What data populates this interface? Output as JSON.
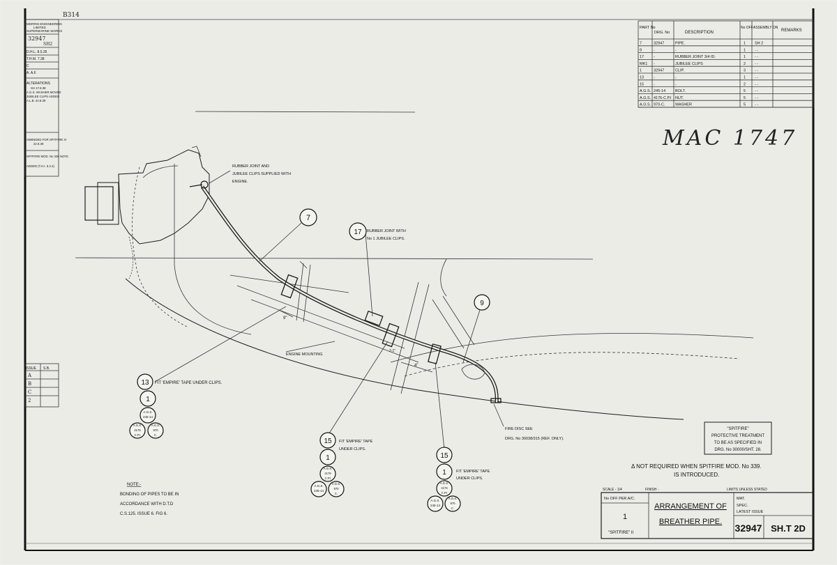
{
  "header": {
    "sheet_ref": "B314"
  },
  "title_block_left": {
    "company": [
      "MORRIS-ENGINEERING",
      "LIMITED",
      "SUPERMARINE WORKS"
    ],
    "drawing_no": "32947",
    "sheet": "SH2",
    "drawn": "D.H.L. 8.5.35",
    "traced": "T.H.M. 7.38",
    "checked": "C",
    "approved": "A. A.F.",
    "alterations_label": "ALTERATIONS",
    "alterations": [
      "SH 17.8.38",
      "A.G.S. WASHER MOVED",
      "JUBILEE CLIPS ADDED",
      "A.L.B. 24.8.39",
      "AMENDED FOR SPITFIRE IV",
      "22.8.39",
      "SPITFIRE MOD. No 339 NOTE",
      "ADDED (T.H.I. 5.2.4)"
    ],
    "issue_header": [
      "ISSUE",
      "S.B."
    ],
    "issues": [
      "A",
      "B",
      "C",
      "2"
    ]
  },
  "parts_list": {
    "headers": [
      "PART No",
      "DRG. No",
      "DESCRIPTION",
      "No OFF",
      "ASSEMBLY ON",
      "REMARKS"
    ],
    "rows": [
      [
        "7",
        "32947",
        "PIPE.",
        "1",
        "SH 2",
        ""
      ],
      [
        "9",
        "-",
        "-",
        "1",
        "- -",
        ""
      ],
      [
        "17",
        "-",
        "RUBBER JOINT 3/4 ID.",
        "1",
        "- -",
        ""
      ],
      [
        "MK1",
        "-",
        "JUBILEE CLIPS",
        "2",
        "- -",
        ""
      ],
      [
        "1",
        "32947",
        "CLIP.",
        "3",
        "- -",
        ""
      ],
      [
        "13",
        "-",
        "-",
        "1",
        "- -",
        ""
      ],
      [
        "15",
        "-",
        "-",
        "2",
        "- -",
        ""
      ],
      [
        "A.G.S.",
        "245-14",
        "BOLT.",
        "5",
        "- -",
        ""
      ],
      [
        "A.G.S.",
        "4176-C.P.I",
        "NUT.",
        "5",
        "- -",
        ""
      ],
      [
        "A.G.S.",
        "970-C.",
        "WASHER",
        "5",
        "- -",
        ""
      ]
    ]
  },
  "stamp": "MAC 1747",
  "callouts": {
    "rubber_joint_top": [
      "RUBBER JOINT AND",
      "JUBILEE CLIPS SUPPLIED WITH",
      "ENGINE."
    ],
    "rubber_joint_17": [
      "RUBBER JOINT WITH",
      "No 1 JUBILEE CLIPS."
    ],
    "engine_mounting": "ENGINE MOUNTING",
    "fit_tape_13": "FIT 'EMPIRE' TAPE UNDER CLIPS.",
    "fit_tape_15a": [
      "FIT 'EMPIRE' TAPE",
      "UNDER CLIPS."
    ],
    "fit_tape_15b": [
      "FIT 'EMPIRE' TAPE",
      "UNDER CLIPS."
    ],
    "fire_disc": [
      "FIRE DISC SEE",
      "DRG. No 30038/315 (REF. ONLY)."
    ]
  },
  "balloons": {
    "b7": "7",
    "b9": "9",
    "b17": "17",
    "b13": "13",
    "b13_1": "1",
    "b15a": "15",
    "b15a_1": "1",
    "b15b": "15",
    "b15b_1": "1",
    "ags_bolt": [
      "A.G.S.",
      "245-14"
    ],
    "ags_nut": [
      "A.G.S.",
      "4176",
      "C.P.I"
    ],
    "ags_washer": [
      "A.G.S.",
      "970",
      "C."
    ]
  },
  "dimensions": {
    "d1": "9\"",
    "d2": "4\"",
    "d3": "2-1\""
  },
  "spitfire_box": [
    "\"SPITFIRE\"",
    "PROTECTIVE TREATMENT",
    "TO BE AS SPECIFIED IN",
    "DRG. No 30000/SHT. 28."
  ],
  "mod_note": [
    "Δ NOT REQUIRED WHEN SPITFIRE MOD. No 339.",
    "IS INTRODUCED."
  ],
  "bonding_note": {
    "label": "NOTE:-",
    "lines": [
      "BONDING OF PIPES TO BE IN",
      "ACCORDANCE WITH D.T.D",
      "C.S.125.  ISSUE 6. FIG 6."
    ]
  },
  "title_block": {
    "scale": "SCALE - 1/4",
    "finish": "FINISH -",
    "limits": "LIMITS UNLESS STATED",
    "no_off_label": "No OFF PER A/C.",
    "no_off": "1",
    "aircraft": "\"SPITFIRE\" II",
    "title_line1": "ARRANGEMENT OF",
    "title_line2": "BREATHER PIPE.",
    "material_label": "MAT.",
    "spec_label": "SPEC.",
    "latest_issue_label": "LATEST ISSUE",
    "drawing_no": "32947",
    "sheet": "SH.T 2D"
  }
}
